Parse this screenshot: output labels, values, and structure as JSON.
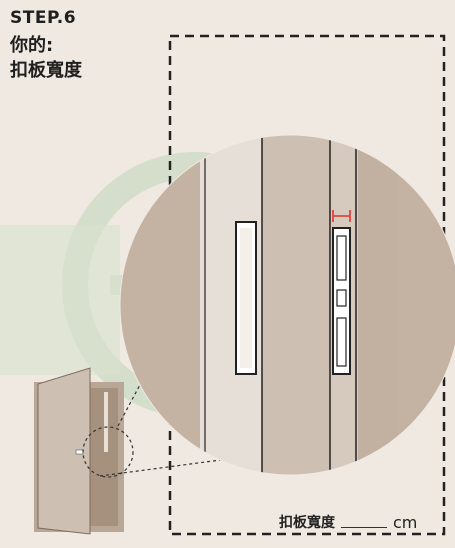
{
  "step": {
    "line1": "STEP.6",
    "line2": "你的:",
    "line3": "扣板寬度"
  },
  "footer": {
    "label": "扣板寬度",
    "unit": "cm"
  },
  "colors": {
    "background": "#efe9e2",
    "door": "#cdbfb1",
    "door_wall": "#c4b3a3",
    "highlight_marker": "#e0453f",
    "outline": "#222222",
    "watermark": "#8fc58f"
  }
}
